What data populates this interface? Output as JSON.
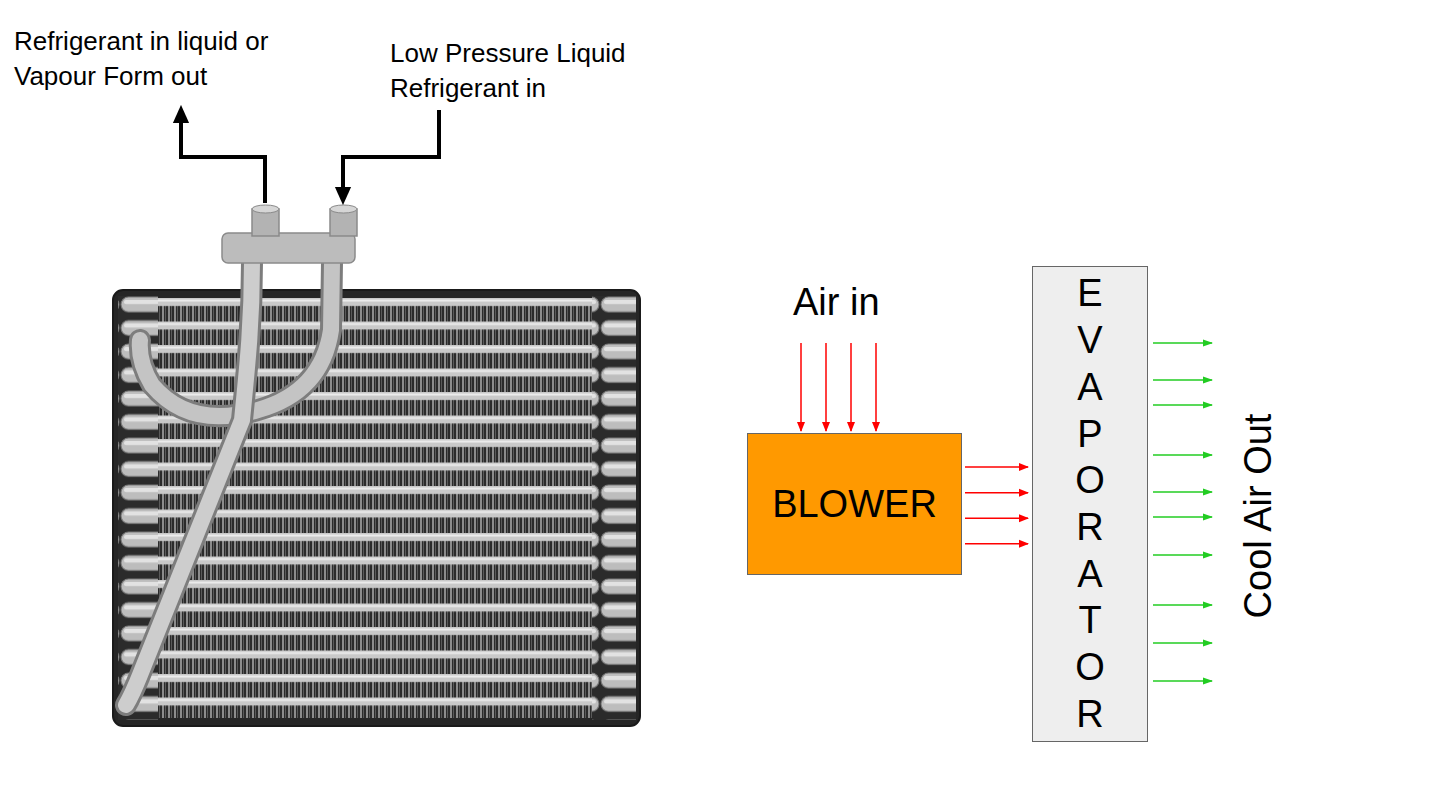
{
  "diagram": {
    "nodes": [
      {
        "text": [
          "BLOWER"
        ]
      },
      {
        "text": [
          "EVAPORATOR"
        ]
      }
    ],
    "edges": [
      {
        "from": 0,
        "to": 1,
        "arrow": "to"
      }
    ],
    "labels": [
      "Refrigerant in liquid or Vapour Form out",
      "Low Pressure Liquid Refrigerant in",
      "Air in",
      "Cool Air Out"
    ]
  }
}
